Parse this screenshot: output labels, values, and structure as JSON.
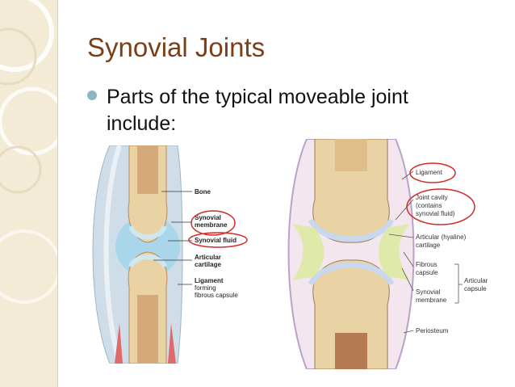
{
  "slide": {
    "title": "Synovial Joints",
    "bullet": "Parts of the typical moveable joint include:"
  },
  "left_figure": {
    "labels": {
      "bone": "Bone",
      "synovial_membrane_1": "Synovial",
      "synovial_membrane_2": "membrane",
      "synovial_fluid": "Synovial fluid",
      "articular_cartilage_1": "Articular",
      "articular_cartilage_2": "cartilage",
      "ligament_1": "Ligament",
      "ligament_2": "forming",
      "ligament_3": "fibrous capsule"
    }
  },
  "right_figure": {
    "labels": {
      "ligament": "Ligament",
      "joint_cavity_1": "Joint cavity",
      "joint_cavity_2": "(contains",
      "joint_cavity_3": "synovial fluid)",
      "articular_hyaline_1": "Articular (hyaline)",
      "articular_hyaline_2": "cartilage",
      "fibrous_capsule_1": "Fibrous",
      "fibrous_capsule_2": "capsule",
      "synovial_membrane_1": "Synovial",
      "synovial_membrane_2": "membrane",
      "articular_capsule_1": "Articular",
      "articular_capsule_2": "capsule",
      "periosteum": "Periosteum"
    }
  },
  "colors": {
    "title": "#7b3f18",
    "bullet": "#8ab7c2",
    "highlight_circle": "#d32a2a",
    "bone": "#e9d3a5",
    "marrow": "#b47a52"
  }
}
